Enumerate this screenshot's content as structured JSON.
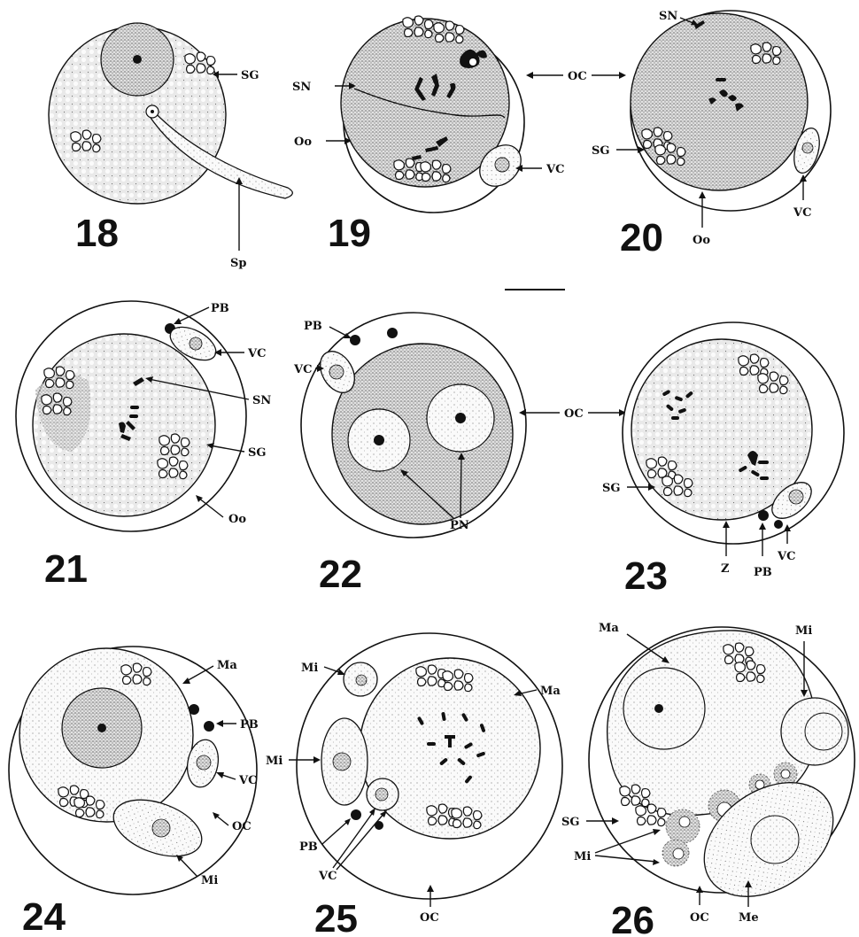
{
  "figure_numbers": [
    "18",
    "19",
    "20",
    "21",
    "22",
    "23",
    "24",
    "25",
    "26"
  ],
  "labels": {
    "SG": "SG",
    "Sp": "Sp",
    "SN": "SN",
    "Oo": "Oo",
    "OC": "OC",
    "VC": "VC",
    "PB": "PB",
    "PN": "PN",
    "Z": "Z",
    "Ma": "Ma",
    "Mi": "Mi",
    "Me": "Me"
  },
  "colors": {
    "ink": "#111111",
    "paper": "#ffffff",
    "stipple": "#e4e4e4"
  }
}
